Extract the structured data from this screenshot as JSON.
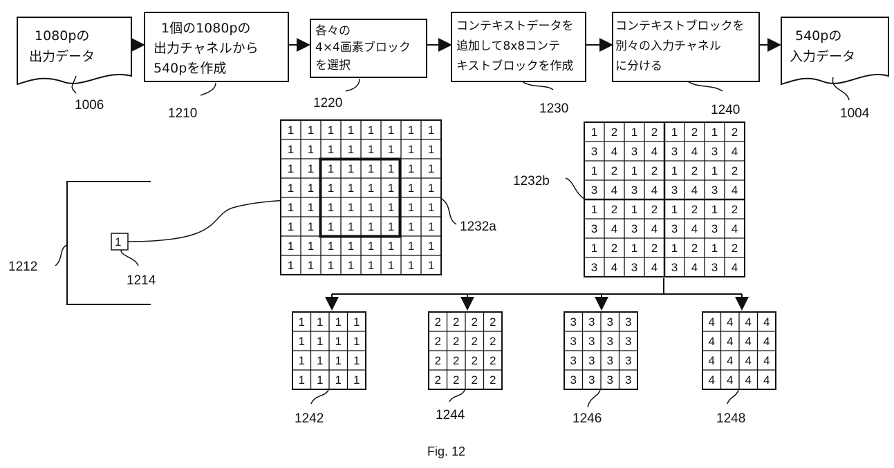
{
  "flow": [
    {
      "id": "b1006",
      "lines": [
        "1080pの",
        "出力データ"
      ],
      "ref": "1006"
    },
    {
      "id": "b1210",
      "lines": [
        "1個の1080pの",
        "出力チャネルから",
        "540pを作成"
      ],
      "ref": "1210"
    },
    {
      "id": "b1220",
      "lines": [
        "各々の",
        "4×4画素ブロック",
        "を選択"
      ],
      "ref": "1220"
    },
    {
      "id": "b1230",
      "lines": [
        "コンテキストデータを",
        "追加して8x8コンテ",
        "キストブロックを作成"
      ],
      "ref": "1230"
    },
    {
      "id": "b1240",
      "lines": [
        "コンテキストブロックを",
        "別々の入力チャネル",
        "に分ける"
      ],
      "ref": "1240"
    },
    {
      "id": "b1004",
      "lines": [
        "540pの",
        "入力データ"
      ],
      "ref": "1004"
    }
  ],
  "labels": {
    "frame": "1212",
    "pixel": "1214",
    "pixel_value": "1",
    "block_a": "1232a",
    "block_b": "1232b",
    "out1": "1242",
    "out2": "1244",
    "out3": "1246",
    "out4": "1248",
    "caption": "Fig. 12"
  },
  "grid_a": [
    [
      "1",
      "1",
      "1",
      "1",
      "1",
      "1",
      "1",
      "1"
    ],
    [
      "1",
      "1",
      "1",
      "1",
      "1",
      "1",
      "1",
      "1"
    ],
    [
      "1",
      "1",
      "1",
      "1",
      "1",
      "1",
      "1",
      "1"
    ],
    [
      "1",
      "1",
      "1",
      "1",
      "1",
      "1",
      "1",
      "1"
    ],
    [
      "1",
      "1",
      "1",
      "1",
      "1",
      "1",
      "1",
      "1"
    ],
    [
      "1",
      "1",
      "1",
      "1",
      "1",
      "1",
      "1",
      "1"
    ],
    [
      "1",
      "1",
      "1",
      "1",
      "1",
      "1",
      "1",
      "1"
    ],
    [
      "1",
      "1",
      "1",
      "1",
      "1",
      "1",
      "1",
      "1"
    ]
  ],
  "grid_b": [
    [
      "1",
      "2",
      "1",
      "2",
      "1",
      "2",
      "1",
      "2"
    ],
    [
      "3",
      "4",
      "3",
      "4",
      "3",
      "4",
      "3",
      "4"
    ],
    [
      "1",
      "2",
      "1",
      "2",
      "1",
      "2",
      "1",
      "2"
    ],
    [
      "3",
      "4",
      "3",
      "4",
      "3",
      "4",
      "3",
      "4"
    ],
    [
      "1",
      "2",
      "1",
      "2",
      "1",
      "2",
      "1",
      "2"
    ],
    [
      "3",
      "4",
      "3",
      "4",
      "3",
      "4",
      "3",
      "4"
    ],
    [
      "1",
      "2",
      "1",
      "2",
      "1",
      "2",
      "1",
      "2"
    ],
    [
      "3",
      "4",
      "3",
      "4",
      "3",
      "4",
      "3",
      "4"
    ]
  ],
  "small_grids": [
    [
      [
        "1",
        "1",
        "1",
        "1"
      ],
      [
        "1",
        "1",
        "1",
        "1"
      ],
      [
        "1",
        "1",
        "1",
        "1"
      ],
      [
        "1",
        "1",
        "1",
        "1"
      ]
    ],
    [
      [
        "2",
        "2",
        "2",
        "2"
      ],
      [
        "2",
        "2",
        "2",
        "2"
      ],
      [
        "2",
        "2",
        "2",
        "2"
      ],
      [
        "2",
        "2",
        "2",
        "2"
      ]
    ],
    [
      [
        "3",
        "3",
        "3",
        "3"
      ],
      [
        "3",
        "3",
        "3",
        "3"
      ],
      [
        "3",
        "3",
        "3",
        "3"
      ],
      [
        "3",
        "3",
        "3",
        "3"
      ]
    ],
    [
      [
        "4",
        "4",
        "4",
        "4"
      ],
      [
        "4",
        "4",
        "4",
        "4"
      ],
      [
        "4",
        "4",
        "4",
        "4"
      ],
      [
        "4",
        "4",
        "4",
        "4"
      ]
    ]
  ]
}
